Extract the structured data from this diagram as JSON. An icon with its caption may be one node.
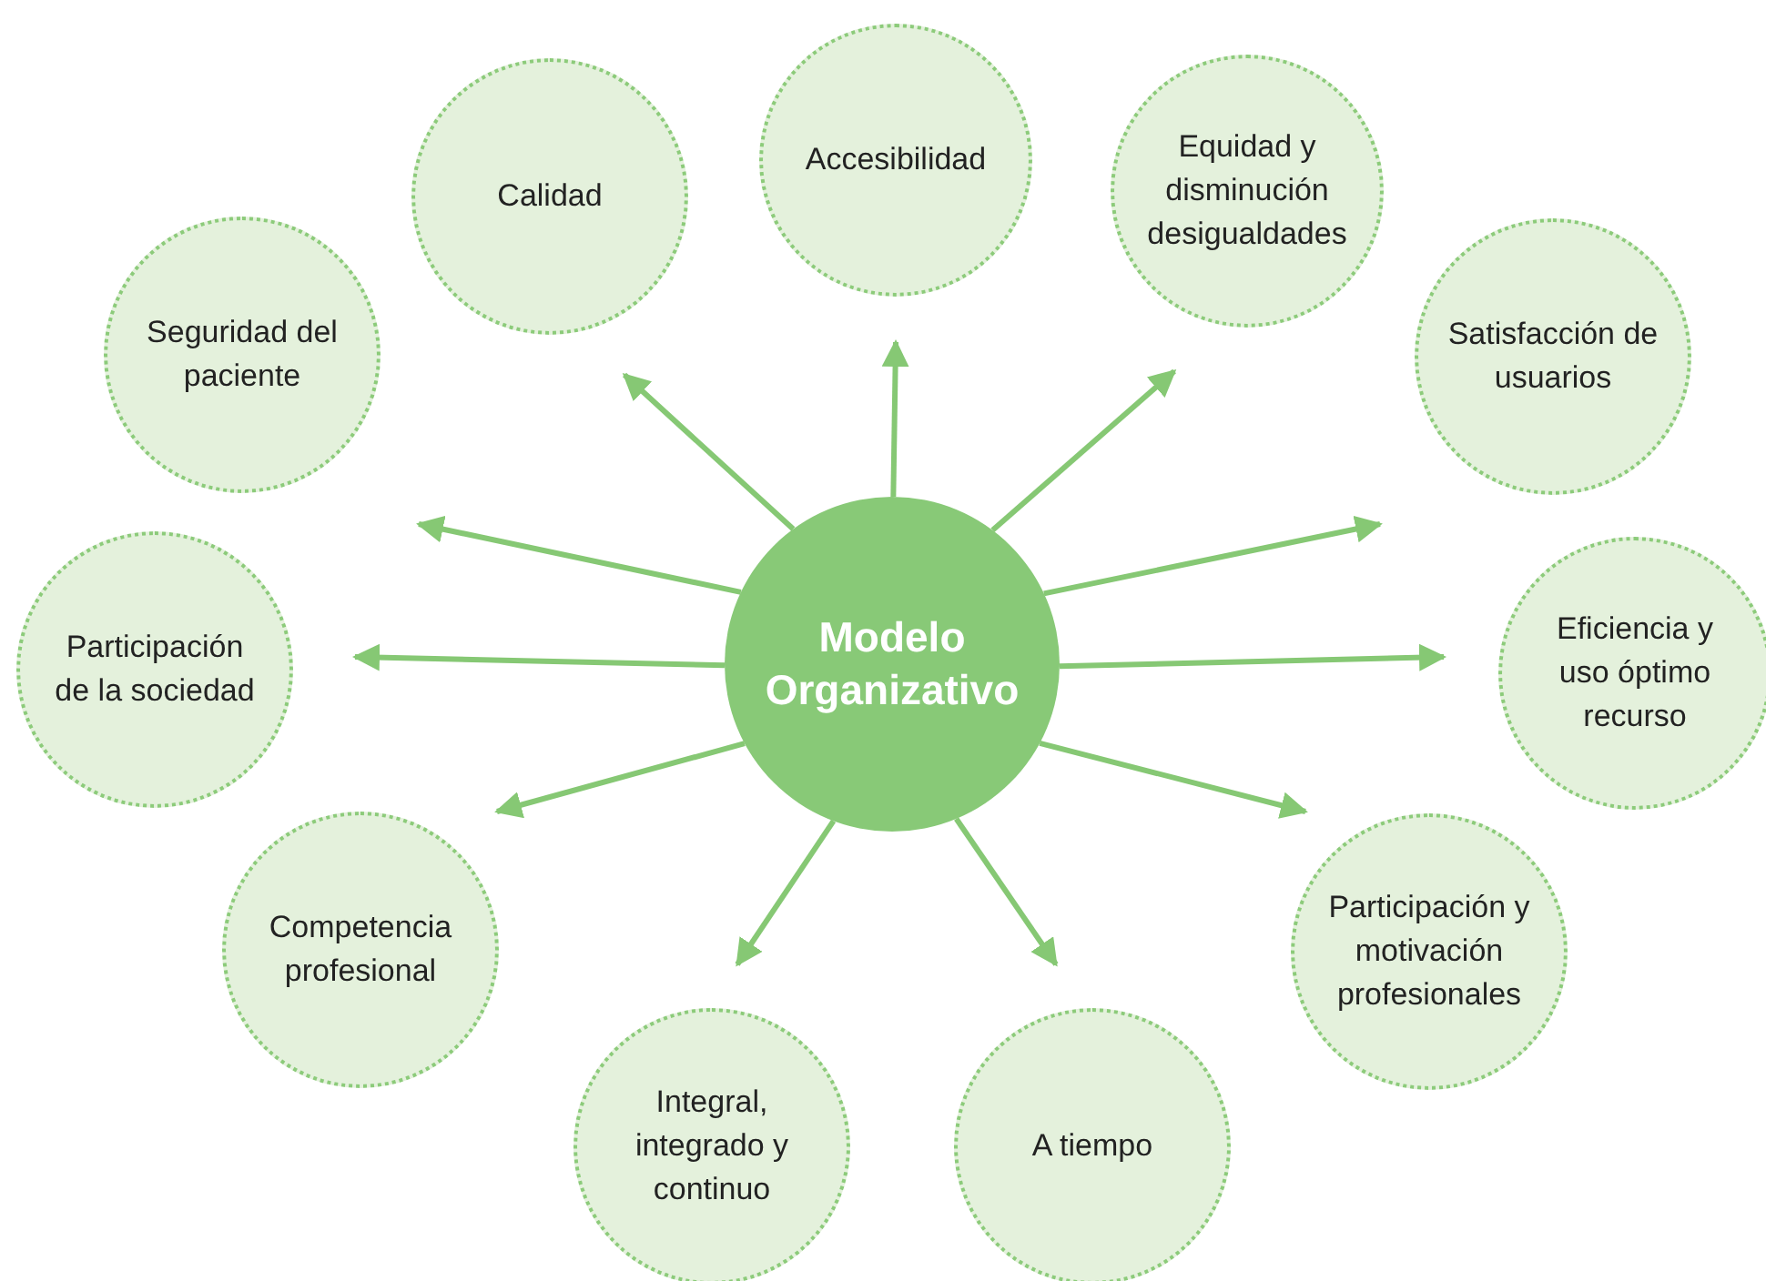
{
  "diagram": {
    "nodes": [
      {
        "text": [
          "Modelo Organizativo"
        ]
      },
      {
        "text": [
          "Accesibilidad"
        ]
      },
      {
        "text": [
          "Calidad"
        ]
      },
      {
        "text": [
          "Equidad y disminución desigualdades"
        ]
      },
      {
        "text": [
          "Seguridad del paciente"
        ]
      },
      {
        "text": [
          "Satisfacción de usuarios"
        ]
      },
      {
        "text": [
          "Participación de la sociedad"
        ]
      },
      {
        "text": [
          "Eficiencia y uso óptimo recurso"
        ]
      },
      {
        "text": [
          "Competencia profesional"
        ]
      },
      {
        "text": [
          "Participación y motivación profesionales"
        ]
      },
      {
        "text": [
          "Integral, integrado y continuo"
        ]
      },
      {
        "text": [
          "A tiempo"
        ]
      }
    ],
    "edges": [
      {
        "from": 0,
        "to": 1,
        "arrow": "to"
      },
      {
        "from": 0,
        "to": 2,
        "arrow": "to"
      },
      {
        "from": 0,
        "to": 3,
        "arrow": "to"
      },
      {
        "from": 0,
        "to": 4,
        "arrow": "to"
      },
      {
        "from": 0,
        "to": 5,
        "arrow": "to"
      },
      {
        "from": 0,
        "to": 6,
        "arrow": "to"
      },
      {
        "from": 0,
        "to": 7,
        "arrow": "to"
      },
      {
        "from": 0,
        "to": 8,
        "arrow": "to"
      },
      {
        "from": 0,
        "to": 9,
        "arrow": "to"
      },
      {
        "from": 0,
        "to": 10,
        "arrow": "to"
      },
      {
        "from": 0,
        "to": 11,
        "arrow": "to"
      }
    ]
  }
}
